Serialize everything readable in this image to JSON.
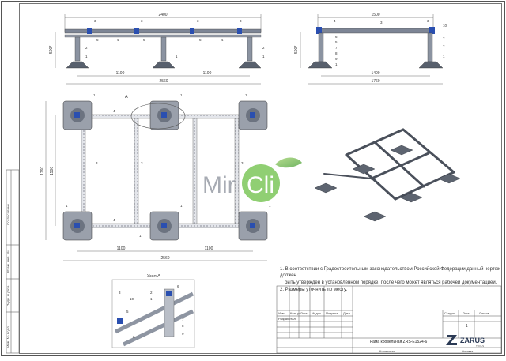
{
  "top_front_view": {
    "dim_total": "2400",
    "dim_height": "500*",
    "dim_span_left": "1100",
    "dim_span_right": "1100",
    "dim_base_total": "2560",
    "callouts": [
      "3",
      "3",
      "3",
      "3",
      "4",
      "4",
      "6",
      "6",
      "6",
      "2",
      "1",
      "1",
      "1",
      "2"
    ]
  },
  "top_side_view": {
    "dim_total": "1500",
    "dim_inner": "1400",
    "dim_base_total": "1760",
    "dim_height": "500*",
    "callouts": [
      "4",
      "3",
      "3",
      "10",
      "6",
      "5",
      "7",
      "8",
      "9",
      "2",
      "1",
      "1",
      "2"
    ]
  },
  "plan_view": {
    "dim_depth_outer": "1760",
    "dim_depth_inner": "1500",
    "dim_span_left": "1100",
    "dim_span_right": "1100",
    "dim_base_total": "2560",
    "detail_ref": "A",
    "callouts": [
      "1",
      "4",
      "1",
      "1",
      "3",
      "3",
      "3",
      "4",
      "1",
      "1",
      "1",
      "1"
    ]
  },
  "node_detail": {
    "title": "Узел А",
    "callouts": [
      "3",
      "10",
      "2",
      "1",
      "6",
      "5",
      "7",
      "8",
      "9",
      "6"
    ]
  },
  "watermark": {
    "text_mir": "Mir",
    "text_cli": "Cli"
  },
  "notes": [
    "1. В соответствии с Градостроительным законодательством Российской Федерации данный чертеж должен",
    "быть утвержден в установленном порядке, после чего может являться рабочей документацией.",
    "2. Размеры уточнить по месту."
  ],
  "title_block": {
    "col_izm": "Изм",
    "col_kol": "Кол. уч.",
    "col_list": "Лист",
    "col_ndok": "№ док.",
    "col_podp": "Подпись",
    "col_data": "Дата",
    "razrabotal": "Разработал",
    "stadiya": "Стадия",
    "list": "Лист",
    "listov": "Листов",
    "list_value": "1",
    "drawing_title": "Рама кровельная ZRS-E1524-6",
    "kopiroval": "Копировал",
    "format": "Формат"
  },
  "left_stamp": [
    "Согласовано",
    "Взам. инв. №",
    "Подп. и дата",
    "Инв. № подл."
  ],
  "logo": {
    "name": "ZARUS",
    "sub": "TOOLS"
  }
}
